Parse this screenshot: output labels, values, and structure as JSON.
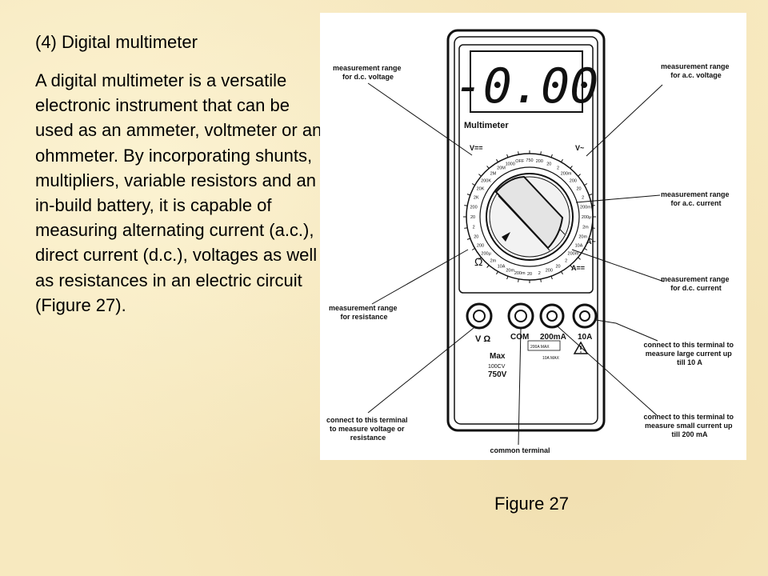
{
  "slide": {
    "heading": "(4) Digital multimeter",
    "body": "A digital multimeter is a versatile electronic instrument that can be used as an ammeter, voltmeter or an ohmmeter. By incorporating shunts, multipliers, variable resistors and an in-build battery, it is capable of measuring alternating current (a.c.), direct current (d.c.), voltages as well as resistances in an electric circuit (Figure 27).",
    "caption": "Figure 27"
  },
  "figure": {
    "display_reading": "-0.00",
    "brand": "Multimeter",
    "dial": {
      "dc_voltage_symbol": "V==",
      "ac_voltage_symbol": "V~",
      "ohm_symbol": "Ω",
      "ac_current_symbol": "A~",
      "dc_current_symbol": "A==",
      "labels": [
        "1000",
        "OFF",
        "750",
        "200",
        "20",
        "2",
        "200m",
        "200",
        "20",
        "2",
        "200m",
        "200μ",
        "2m",
        "20m",
        "10A",
        "200m",
        "2",
        "20",
        "200",
        "2",
        "20",
        "200m",
        "20m",
        "10A",
        "2m",
        "200μ",
        "200",
        "20",
        "2",
        "20",
        "200",
        "2K",
        "20K",
        "200K",
        "2M",
        "20M"
      ]
    },
    "terminals": {
      "v_ohm_label": "V Ω",
      "com_label": "COM",
      "ma_label": "200mA",
      "a_label": "10A",
      "max_label": "Max",
      "max_v1": "100CV",
      "max_v2": "750V",
      "ma_max": "200A MAX",
      "a_max": "10A MAX"
    },
    "callouts": {
      "dc_voltage": [
        "measurement range",
        "for d.c. voltage"
      ],
      "ac_voltage": [
        "measurement range",
        "for a.c. voltage"
      ],
      "ac_current": [
        "measurement range",
        "for a.c. current"
      ],
      "dc_current": [
        "measurement range",
        "for d.c. current"
      ],
      "resistance": [
        "measurement range",
        "for resistance"
      ],
      "large_current": [
        "connect to this terminal to",
        "measure large current up",
        "till 10 A"
      ],
      "small_current": [
        "connect to this terminal to",
        "measure small current up",
        "till 200 mA"
      ],
      "voltage_resistance": [
        "connect to this terminal",
        "to measure voltage or",
        "resistance"
      ],
      "common": [
        "common terminal"
      ]
    }
  }
}
